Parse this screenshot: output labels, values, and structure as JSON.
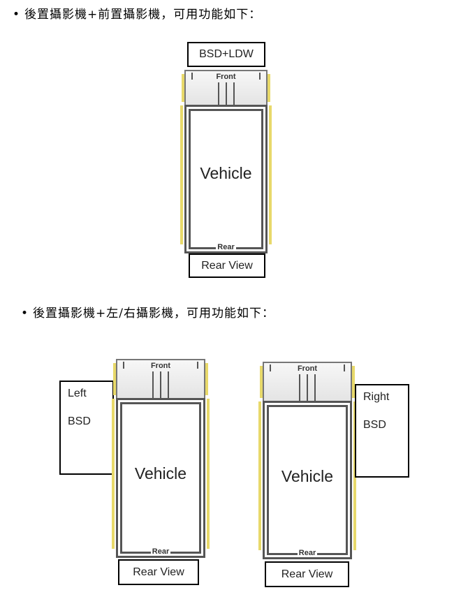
{
  "section1": {
    "bullet": "•",
    "heading": "後置攝影機+前置攝影機，可用功能如下：",
    "top_label": "BSD+LDW",
    "vehicle_label": "Vehicle",
    "front_label": "Front",
    "rear_label": "Rear",
    "bottom_label": "Rear View"
  },
  "section2": {
    "bullet": "•",
    "heading": "後置攝影機+左/右攝影機，可用功能如下：",
    "left_diagram": {
      "side_line1": "Left",
      "side_line2": "BSD",
      "vehicle_label": "Vehicle",
      "front_label": "Front",
      "rear_label": "Rear",
      "bottom_label": "Rear View"
    },
    "right_diagram": {
      "side_line1": "Right",
      "side_line2": "BSD",
      "vehicle_label": "Vehicle",
      "front_label": "Front",
      "rear_label": "Rear",
      "bottom_label": "Rear View"
    }
  },
  "colors": {
    "outline": "#000000",
    "car_frame": "#555555",
    "accent_yellow": "#e8d96a"
  }
}
